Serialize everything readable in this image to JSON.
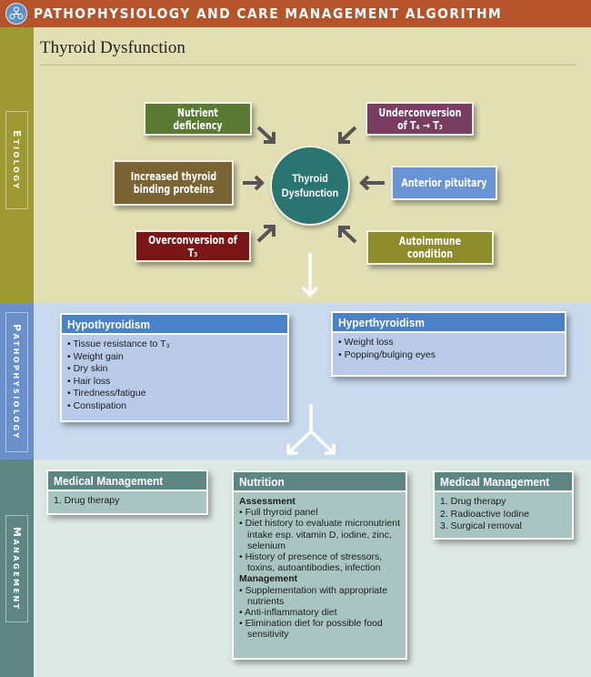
{
  "header": {
    "logo_icon": "network-nodes-icon",
    "title": "PATHOPHYSIOLOGY AND CARE MANAGEMENT ALGORITHM"
  },
  "page_title": "Thyroid Dysfunction",
  "colors": {
    "header": "#b5532a",
    "etiology_sidebar": "#9d9a34",
    "pathophysiology_sidebar": "#6a8fca",
    "management_sidebar": "#5e8784",
    "central_node": "#2a7471"
  },
  "sections": {
    "etiology": "Etiology",
    "pathophysiology": "Pathophysiology",
    "management": "Management"
  },
  "etiology": {
    "center": "Thyroid Dysfunction",
    "causes": [
      {
        "label": "Nutrient deficiency",
        "color": "#5a7a34"
      },
      {
        "label": "Increased thyroid binding proteins",
        "color": "#7a6434"
      },
      {
        "label": "Overconversion of T₃",
        "color": "#7a1616"
      },
      {
        "label": "Underconversion of T₄ → T₃",
        "color": "#7a3d62"
      },
      {
        "label": "Anterior pituitary",
        "color": "#6a93d4"
      },
      {
        "label": "Autoimmune condition",
        "color": "#8e8c2a"
      }
    ]
  },
  "pathophysiology": {
    "hypo": {
      "title": "Hypothyroidism",
      "items": [
        "Tissue resistance to T₃",
        "Weight gain",
        "Dry skin",
        "Hair loss",
        "Tiredness/fatigue",
        "Constipation"
      ]
    },
    "hyper": {
      "title": "Hyperthyroidism",
      "items": [
        "Weight loss",
        "Popping/bulging eyes"
      ]
    }
  },
  "management": {
    "medical_left": {
      "title": "Medical Management",
      "items": [
        "1. Drug therapy"
      ]
    },
    "nutrition": {
      "title": "Nutrition",
      "assessment_label": "Assessment",
      "assessment": [
        "Full thyroid panel",
        "Diet history to evaluate micronutrient intake esp. vitamin D, iodine, zinc, selenium",
        "History of presence of stressors, toxins, autoantibodies, infection"
      ],
      "management_label": "Management",
      "management": [
        "Supplementation with appropriate nutrients",
        "Anti-inflammatory diet",
        "Elimination diet for possible food sensitivity"
      ]
    },
    "medical_right": {
      "title": "Medical Management",
      "items": [
        "1. Drug therapy",
        "2. Radioactive Iodine",
        "3. Surgical removal"
      ]
    }
  }
}
